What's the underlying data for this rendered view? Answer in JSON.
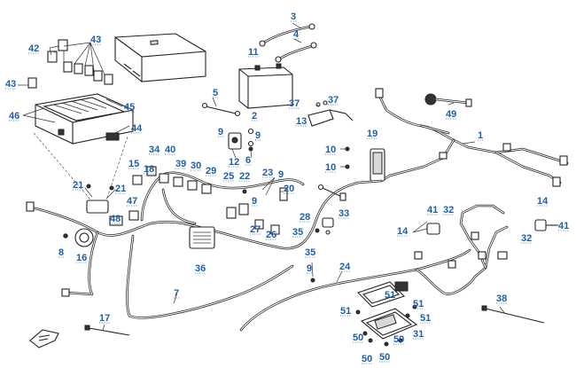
{
  "callouts": [
    {
      "id": "c-3",
      "label": "3"
    },
    {
      "id": "c-4",
      "label": "4"
    },
    {
      "id": "c-42",
      "label": "42"
    },
    {
      "id": "c-43a",
      "label": "43"
    },
    {
      "id": "c-11",
      "label": "11"
    },
    {
      "id": "c-43b",
      "label": "43"
    },
    {
      "id": "c-5",
      "label": "5"
    },
    {
      "id": "c-37a",
      "label": "37"
    },
    {
      "id": "c-37b",
      "label": "37"
    },
    {
      "id": "c-49",
      "label": "49"
    },
    {
      "id": "c-46",
      "label": "46"
    },
    {
      "id": "c-45",
      "label": "45"
    },
    {
      "id": "c-2",
      "label": "2"
    },
    {
      "id": "c-13",
      "label": "13"
    },
    {
      "id": "c-44",
      "label": "44"
    },
    {
      "id": "c-9a",
      "label": "9"
    },
    {
      "id": "c-9b",
      "label": "9"
    },
    {
      "id": "c-1",
      "label": "1"
    },
    {
      "id": "c-19",
      "label": "19"
    },
    {
      "id": "c-34",
      "label": "34"
    },
    {
      "id": "c-40",
      "label": "40"
    },
    {
      "id": "c-10a",
      "label": "10"
    },
    {
      "id": "c-15",
      "label": "15"
    },
    {
      "id": "c-39",
      "label": "39"
    },
    {
      "id": "c-30",
      "label": "30"
    },
    {
      "id": "c-12",
      "label": "12"
    },
    {
      "id": "c-6",
      "label": "6"
    },
    {
      "id": "c-18",
      "label": "18"
    },
    {
      "id": "c-29",
      "label": "29"
    },
    {
      "id": "c-10b",
      "label": "10"
    },
    {
      "id": "c-25",
      "label": "25"
    },
    {
      "id": "c-22",
      "label": "22"
    },
    {
      "id": "c-23",
      "label": "23"
    },
    {
      "id": "c-9c",
      "label": "9"
    },
    {
      "id": "c-21a",
      "label": "21"
    },
    {
      "id": "c-21b",
      "label": "21"
    },
    {
      "id": "c-20",
      "label": "20"
    },
    {
      "id": "c-9d",
      "label": "9"
    },
    {
      "id": "c-14a",
      "label": "14"
    },
    {
      "id": "c-47",
      "label": "47"
    },
    {
      "id": "c-33",
      "label": "33"
    },
    {
      "id": "c-41a",
      "label": "41"
    },
    {
      "id": "c-32a",
      "label": "32"
    },
    {
      "id": "c-28",
      "label": "28"
    },
    {
      "id": "c-48",
      "label": "48"
    },
    {
      "id": "c-41b",
      "label": "41"
    },
    {
      "id": "c-14b",
      "label": "14"
    },
    {
      "id": "c-27",
      "label": "27"
    },
    {
      "id": "c-26",
      "label": "26"
    },
    {
      "id": "c-35a",
      "label": "35"
    },
    {
      "id": "c-32b",
      "label": "32"
    },
    {
      "id": "c-8",
      "label": "8"
    },
    {
      "id": "c-16",
      "label": "16"
    },
    {
      "id": "c-36",
      "label": "36"
    },
    {
      "id": "c-35b",
      "label": "35"
    },
    {
      "id": "c-24",
      "label": "24"
    },
    {
      "id": "c-9e",
      "label": "9"
    },
    {
      "id": "c-7",
      "label": "7"
    },
    {
      "id": "c-38",
      "label": "38"
    },
    {
      "id": "c-51a",
      "label": "51"
    },
    {
      "id": "c-51b",
      "label": "51"
    },
    {
      "id": "c-51c",
      "label": "51"
    },
    {
      "id": "c-51d",
      "label": "51"
    },
    {
      "id": "c-17",
      "label": "17"
    },
    {
      "id": "c-50a",
      "label": "50"
    },
    {
      "id": "c-31",
      "label": "31"
    },
    {
      "id": "c-50b",
      "label": "50"
    },
    {
      "id": "c-50c",
      "label": "50"
    },
    {
      "id": "c-50d",
      "label": "50"
    }
  ],
  "colors": {
    "callout": "#1f5fa6",
    "line": "#222222",
    "background": "#ffffff"
  }
}
